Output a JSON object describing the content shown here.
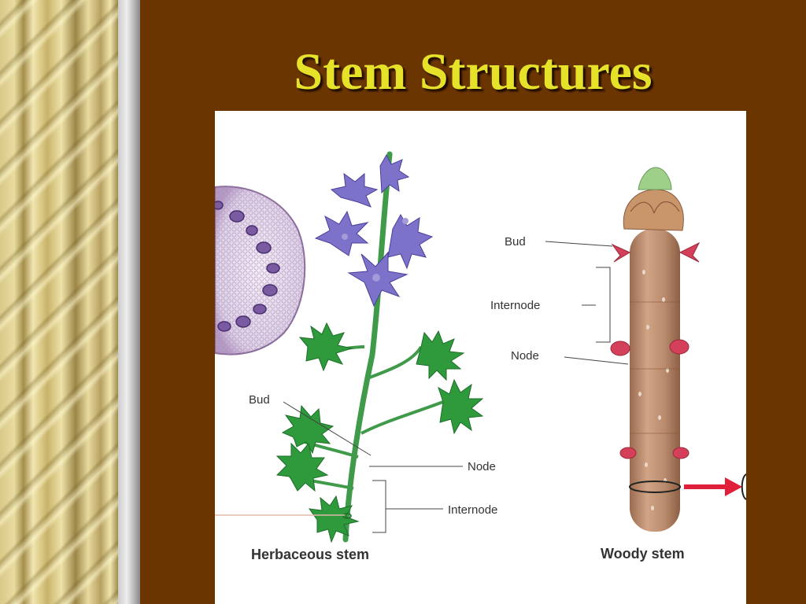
{
  "slide": {
    "title": "Stem Structures"
  },
  "diagram": {
    "herbaceous": {
      "caption": "Herbaceous stem",
      "labels": {
        "bud": "Bud",
        "node": "Node",
        "internode": "Internode"
      }
    },
    "woody": {
      "caption": "Woody stem",
      "labels": {
        "bud": "Bud",
        "internode": "Internode",
        "node": "Node"
      }
    }
  },
  "colors": {
    "background": "#6b3500",
    "title": "#e6e22a",
    "leaf": "#2e9a3c",
    "flower": "#7c72c9",
    "woody_stem": "#b88868",
    "bud": "#d4405a",
    "arrow": "#e0203a"
  }
}
